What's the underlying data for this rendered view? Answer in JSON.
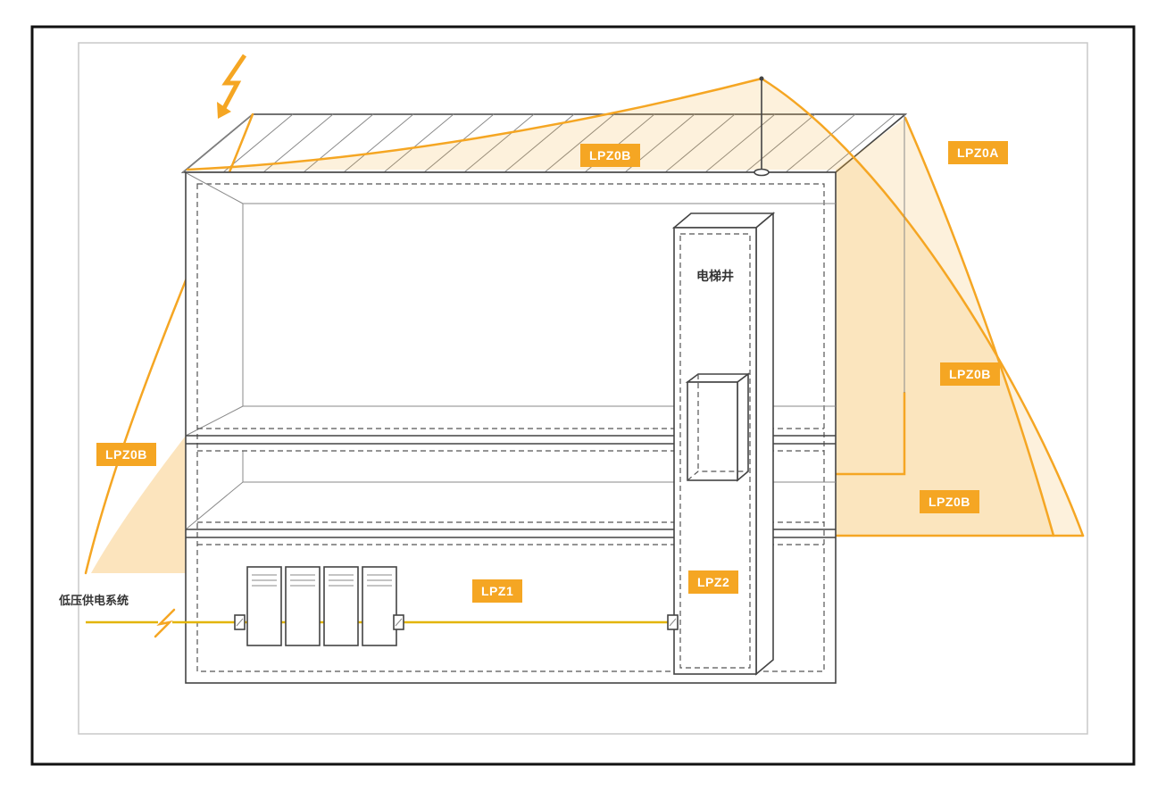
{
  "diagram": {
    "zones": {
      "roof_top_badge": "LPZ0B",
      "outside_badge": "LPZ0A",
      "right_upper_badge": "LPZ0B",
      "right_lower_badge": "LPZ0B",
      "left_badge": "LPZ0B",
      "interior_badge": "LPZ1",
      "elevator_badge": "LPZ2"
    },
    "texts": {
      "elevator_shaft": "电梯井",
      "low_voltage_power_system": "低压供电系统"
    },
    "icons": [
      "lightning-bolt-icon",
      "air-terminal-rod",
      "line-break-symbol"
    ],
    "colors": {
      "accent": "#F5A623",
      "wire": "#E3B505",
      "line_dark": "#444444",
      "frame_dark": "#111111",
      "frame_light": "#C8C8C8",
      "text_dark": "#333333"
    }
  }
}
